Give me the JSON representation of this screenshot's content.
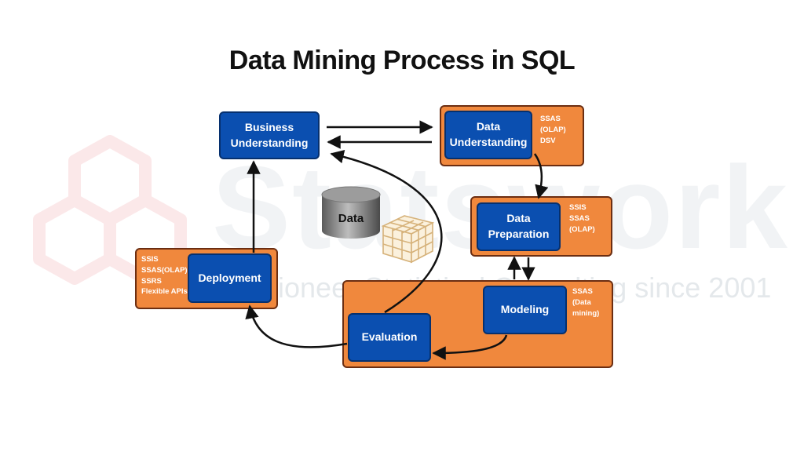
{
  "title": "Data Mining Process in SQL",
  "watermark": {
    "brand": "Statswork",
    "tagline": "Pioneer Statistical Consulting since 2001"
  },
  "cylinder_label": "Data",
  "nodes": {
    "business": {
      "label": "Business Understanding"
    },
    "data_understanding": {
      "label": "Data Understanding",
      "tools": "SSAS\n(OLAP)\nDSV"
    },
    "data_preparation": {
      "label": "Data Preparation",
      "tools": "SSIS\nSSAS\n(OLAP)"
    },
    "modeling": {
      "label": "Modeling",
      "tools": "SSAS\n(Data\nmining)"
    },
    "evaluation": {
      "label": "Evaluation"
    },
    "deployment": {
      "label": "Deployment",
      "tools": "SSIS\nSSAS(OLAP)\nSSRS\nFlexible APIs"
    }
  },
  "colors": {
    "node": "#0b4fb0",
    "panel": "#f0883d",
    "arrow": "#111111"
  }
}
